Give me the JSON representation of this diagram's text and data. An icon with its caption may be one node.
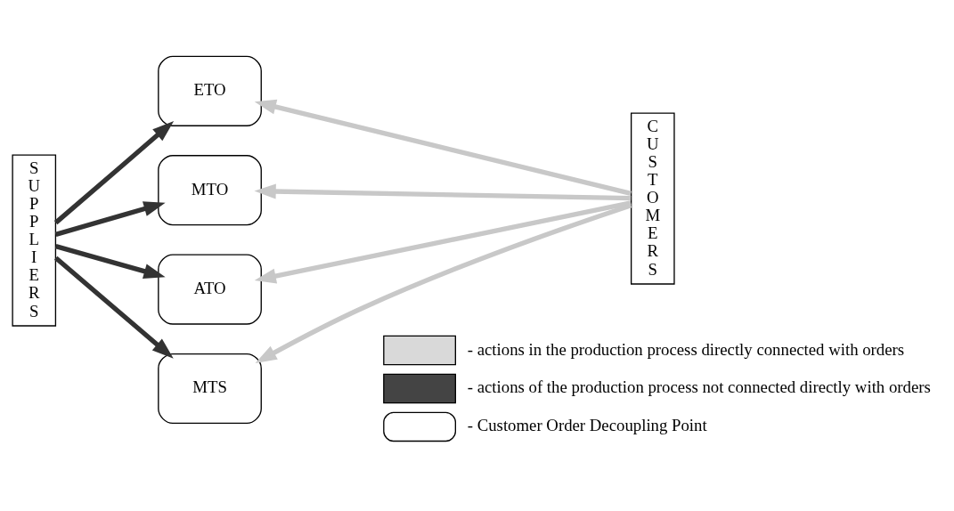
{
  "diagram": {
    "nodes": [
      {
        "text": [
          "SUPPLIERS"
        ]
      },
      {
        "text": [
          "ETO"
        ]
      },
      {
        "text": [
          "MTO"
        ]
      },
      {
        "text": [
          "ATO"
        ]
      },
      {
        "text": [
          "MTS"
        ]
      },
      {
        "text": [
          "CUSTOMERS"
        ]
      }
    ],
    "edges": [
      {
        "from": 0,
        "to": 1,
        "arrow": "to"
      },
      {
        "from": 5,
        "to": 1,
        "arrow": "to",
        "color": "#c8c8c8"
      },
      {
        "from": 0,
        "to": 2,
        "arrow": "to"
      },
      {
        "from": 5,
        "to": 2,
        "arrow": "to",
        "color": "#c8c8c8"
      },
      {
        "from": 0,
        "to": 3,
        "arrow": "to"
      },
      {
        "from": 5,
        "to": 3,
        "arrow": "to",
        "color": "#c8c8c8"
      },
      {
        "from": 0,
        "to": 4,
        "arrow": "to"
      },
      {
        "from": 5,
        "to": 4,
        "arrow": "to",
        "color": "#c8c8c8"
      }
    ],
    "legend": [
      {
        "text": "- actions in the production process directly connected with orders"
      },
      {
        "text": "- actions of the production process not connected directly with orders"
      },
      {
        "text": "- Customer Order Decoupling Point"
      }
    ]
  }
}
